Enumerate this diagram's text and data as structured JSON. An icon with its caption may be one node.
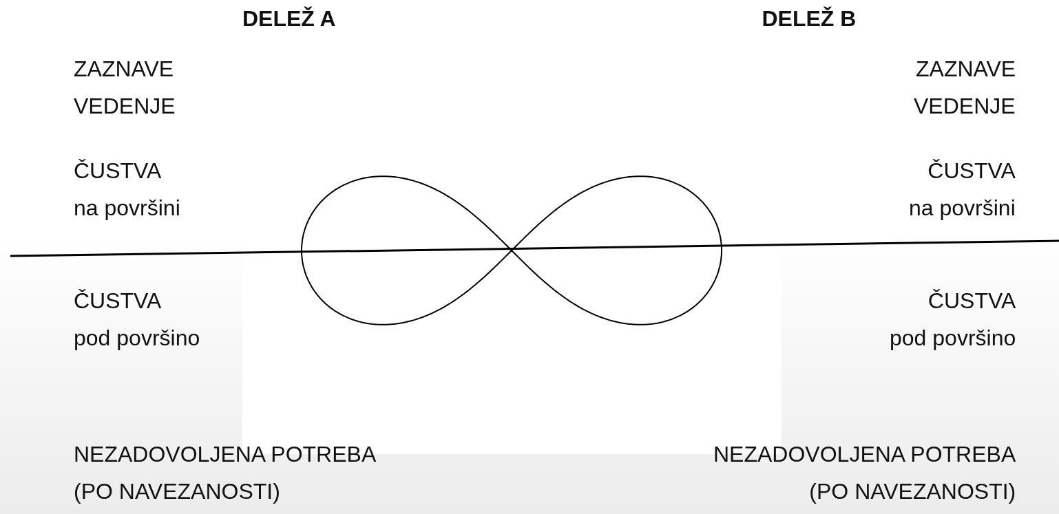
{
  "diagram": {
    "labels": [
      "DELEŽ A",
      "DELEŽ B",
      "ZAZNAVE",
      "ZAZNAVE",
      "VEDENJE",
      "VEDENJE",
      "ČUSTVA na površini",
      "ČUSTVA na površini",
      "ČUSTVA pod površino",
      "ČUSTVA pod površino",
      "NEZADOVOLJENA POTREBA (PO NAVEZANOSTI)",
      "NEZADOVOLJENA POTREBA (PO NAVEZANOSTI)"
    ]
  }
}
